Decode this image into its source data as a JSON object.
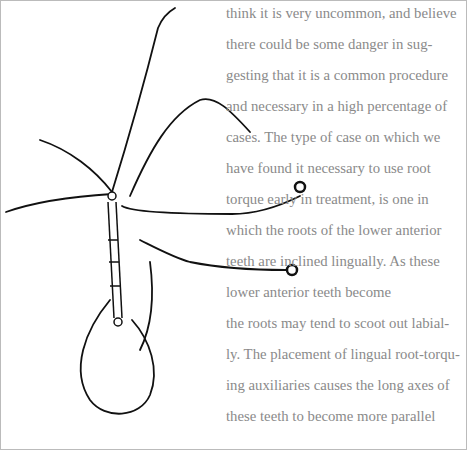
{
  "diagram": {
    "labels": [
      "think it is very uncommon, and believe",
      "there could be some danger in sug-",
      "gesting that it is a common procedure",
      "and necessary in a high percentage of",
      "cases. The type of case on which we",
      "have found it necessary to use root",
      "torque early in treatment, is one in",
      "which the roots of the lower anterior",
      "teeth are inclined lingually. As these",
      "lower anterior teeth become",
      "the roots may tend to scoot out labial-",
      "ly. The placement of lingual root-torqu-",
      "ing auxiliaries causes the long axes of",
      "these teeth to become more parallel"
    ]
  }
}
